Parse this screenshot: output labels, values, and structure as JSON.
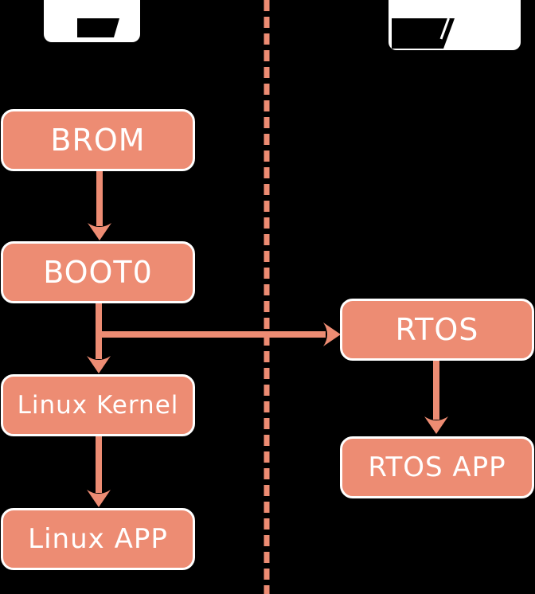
{
  "diagram": {
    "type": "flowchart",
    "colors": {
      "background": "#000000",
      "node_fill": "#ED8C73",
      "node_border": "#FFFFFF",
      "node_text": "#FFFFFF",
      "divider": "#ED8C73",
      "arrow": "#ED8C73",
      "header_chip_fill": "#FFFFFF",
      "header_chip_glyph": "#000000"
    },
    "divider": {
      "orientation": "vertical",
      "style": "dashed"
    },
    "columns": {
      "left": {
        "nodes": [
          {
            "id": "brom",
            "label": "BROM"
          },
          {
            "id": "boot0",
            "label": "BOOT0"
          },
          {
            "id": "kernel",
            "label": "Linux Kernel"
          },
          {
            "id": "lapp",
            "label": "Linux APP"
          }
        ]
      },
      "right": {
        "nodes": [
          {
            "id": "rtos",
            "label": "RTOS"
          },
          {
            "id": "rapp",
            "label": "RTOS APP"
          }
        ]
      }
    },
    "edges": [
      {
        "from": "BROM",
        "to": "BOOT0"
      },
      {
        "from": "BOOT0",
        "to": "Linux Kernel"
      },
      {
        "from": "BOOT0",
        "to": "RTOS"
      },
      {
        "from": "Linux Kernel",
        "to": "Linux APP"
      },
      {
        "from": "RTOS",
        "to": "RTOS APP"
      }
    ]
  }
}
